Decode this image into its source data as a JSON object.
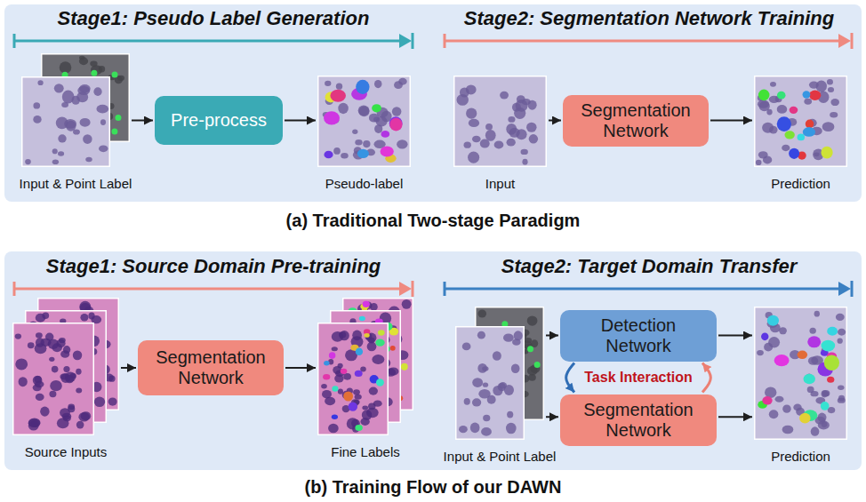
{
  "diagram": {
    "nodes": [
      {
        "text": [
          "(a) Traditional Two-stage Paradigm"
        ]
      },
      {
        "text": [
          "Input & Point Label"
        ],
        "in": 0
      },
      {
        "text": [
          "Pre-process"
        ],
        "in": 0
      },
      {
        "text": [
          "Pseudo-label"
        ],
        "in": 0
      },
      {
        "text": [
          "Input"
        ],
        "in": 0
      },
      {
        "text": [
          "Segmentation Network"
        ],
        "in": 0
      },
      {
        "text": [
          "Prediction"
        ],
        "in": 0
      },
      {
        "text": [
          "(b) Training Flow of our DAWN"
        ]
      },
      {
        "text": [
          "Source Inputs"
        ],
        "in": 7
      },
      {
        "text": [
          "Segmentation Network"
        ],
        "in": 7
      },
      {
        "text": [
          "Fine Labels"
        ],
        "in": 7
      },
      {
        "text": [
          "Input & Point Label"
        ],
        "in": 7
      },
      {
        "text": [
          "Detection Network"
        ],
        "in": 7
      },
      {
        "text": [
          "Segmentation Network"
        ],
        "in": 7
      },
      {
        "text": [
          "Prediction"
        ],
        "in": 7
      }
    ],
    "edges": [
      {
        "from": 1,
        "to": 2,
        "arrow": "to"
      },
      {
        "from": 2,
        "to": 3,
        "arrow": "to"
      },
      {
        "from": 4,
        "to": 5,
        "arrow": "to"
      },
      {
        "from": 5,
        "to": 6,
        "arrow": "to"
      },
      {
        "from": 8,
        "to": 9,
        "arrow": "to"
      },
      {
        "from": 9,
        "to": 10,
        "arrow": "to"
      },
      {
        "from": 11,
        "to": 12,
        "arrow": "to"
      },
      {
        "from": 11,
        "to": 13,
        "arrow": "to"
      },
      {
        "from": 12,
        "to": 14,
        "arrow": "to"
      },
      {
        "from": 13,
        "to": 14,
        "arrow": "to"
      },
      {
        "from": 12,
        "to": 13,
        "arrow": "to"
      },
      {
        "from": 13,
        "to": 12,
        "arrow": "to"
      }
    ],
    "labels": [
      "Stage1: Pseudo Label Generation",
      "Stage2: Segmentation Network Training",
      "Stage1: Source Domain Pre-training",
      "Stage2: Target Domain Transfer",
      "Task Interaction"
    ]
  }
}
